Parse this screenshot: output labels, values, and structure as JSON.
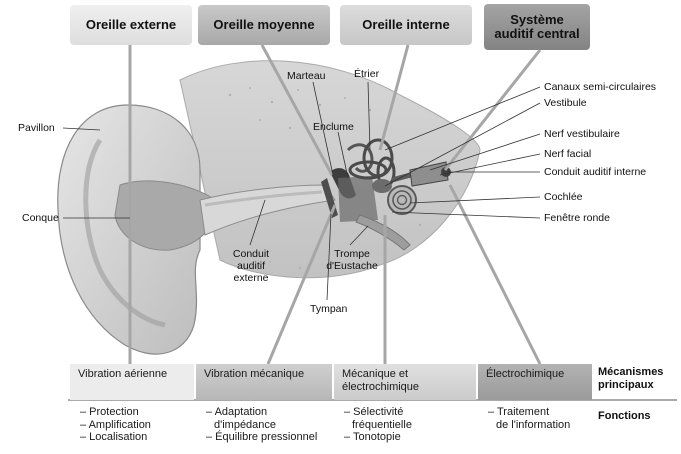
{
  "headers": {
    "outer": "Oreille externe",
    "middle": "Oreille moyenne",
    "inner": "Oreille interne",
    "central_line1": "Système",
    "central_line2": "auditif central"
  },
  "labels": {
    "pavillon": "Pavillon",
    "conque": "Conque",
    "marteau": "Marteau",
    "etrier": "Étrier",
    "enclume": "Enclume",
    "canaux": "Canaux semi-circulaires",
    "vestibule": "Vestibule",
    "nerf_vestibulaire": "Nerf vestibulaire",
    "nerf_facial": "Nerf facial",
    "conduit_interne": "Conduit auditif interne",
    "cochlee": "Cochlée",
    "fenetre_ronde": "Fenêtre ronde",
    "conduit_externe_1": "Conduit",
    "conduit_externe_2": "auditif",
    "conduit_externe_3": "externe",
    "trompe_1": "Trompe",
    "trompe_2": "d'Eustache",
    "tympan": "Tympan"
  },
  "mechanisms": {
    "row_label_1": "Mécanismes",
    "row_label_2": "principaux",
    "outer": "Vibration aérienne",
    "middle": "Vibration mécanique",
    "inner_1": "Mécanique et",
    "inner_2": "électrochimique",
    "central": "Électrochimique"
  },
  "functions": {
    "row_label": "Fonctions",
    "outer": [
      "– Protection",
      "– Amplification",
      "– Localisation"
    ],
    "middle": [
      "– Adaptation",
      "  d'impédance",
      "– Équilibre pressionnel"
    ],
    "inner": [
      "– Sélectivité",
      "  fréquentielle",
      "– Tonotopie"
    ],
    "central": [
      "– Traitement",
      "  de l'information"
    ]
  },
  "colors": {
    "header_outer": "#e3e3e3",
    "header_middle": "#b5b5b5",
    "header_inner": "#d2d2d2",
    "header_central": "#8f8f8f",
    "mech_outer": "#ececec",
    "mech_middle": "#c4c4c4",
    "mech_inner": "#d9d9d9",
    "mech_central": "#a9a9a9"
  }
}
